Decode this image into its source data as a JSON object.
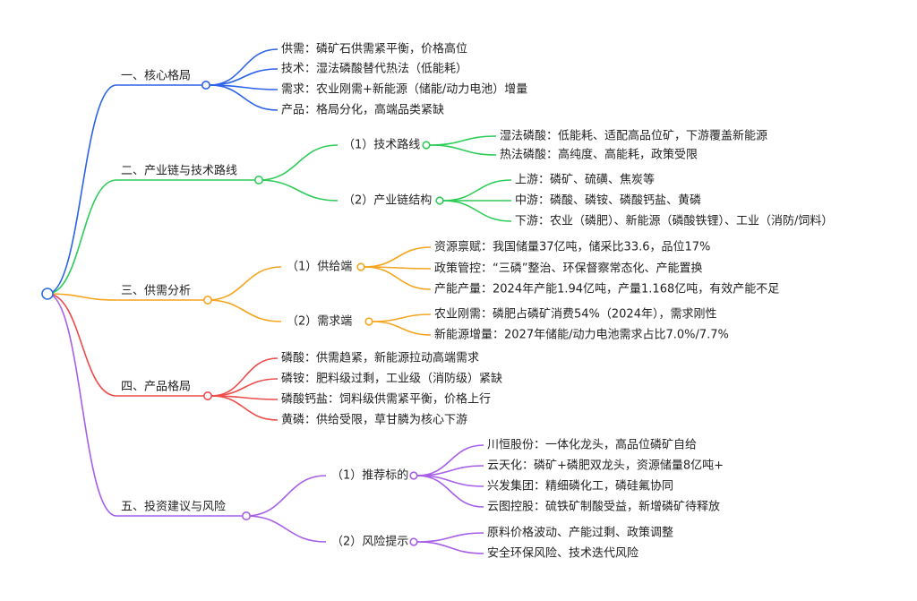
{
  "colors": {
    "root": "#2f6fdf",
    "b1": "#2b62e8",
    "b2": "#2ecc58",
    "b3": "#f5a41e",
    "b4": "#ee4b4b",
    "b5": "#a75ee8"
  },
  "branches": [
    {
      "label": "一、核心格局",
      "color": "b1",
      "groups": [
        {
          "label": null,
          "items": [
            "供需：磷矿石供需紧平衡，价格高位",
            "技术：湿法磷酸替代热法（低能耗）",
            "需求：农业刚需+新能源（储能/动力电池）增量",
            "产品：格局分化，高端品类紧缺"
          ]
        }
      ]
    },
    {
      "label": "二、产业链与技术路线",
      "color": "b2",
      "groups": [
        {
          "label": "（1）技术路线",
          "items": [
            "湿法磷酸：低能耗、适配高品位矿，下游覆盖新能源",
            "热法磷酸：高纯度、高能耗，政策受限"
          ]
        },
        {
          "label": "（2）产业链结构",
          "items": [
            "上游：磷矿、硫磺、焦炭等",
            "中游：磷酸、磷铵、磷酸钙盐、黄磷",
            "下游：农业（磷肥）、新能源（磷酸铁锂）、工业（消防/饲料）"
          ]
        }
      ]
    },
    {
      "label": "三、供需分析",
      "color": "b3",
      "groups": [
        {
          "label": "（1）供给端",
          "items": [
            "资源禀赋：我国储量37亿吨，储采比33.6，品位17%",
            "政策管控：“三磷”整治、环保督察常态化、产能置换",
            "产能产量：2024年产能1.94亿吨，产量1.168亿吨，有效产能不足"
          ]
        },
        {
          "label": "（2）需求端",
          "items": [
            "农业刚需：磷肥占磷矿消费54%（2024年），需求刚性",
            "新能源增量：2027年储能/动力电池需求占比7.0%/7.7%"
          ]
        }
      ]
    },
    {
      "label": "四、产品格局",
      "color": "b4",
      "groups": [
        {
          "label": null,
          "items": [
            "磷酸：供需趋紧，新能源拉动高端需求",
            "磷铵：肥料级过剩，工业级（消防级）紧缺",
            "磷酸钙盐：饲料级供需紧平衡，价格上行",
            "黄磷：供给受限，草甘膦为核心下游"
          ]
        }
      ]
    },
    {
      "label": "五、投资建议与风险",
      "color": "b5",
      "groups": [
        {
          "label": "（1）推荐标的",
          "items": [
            "川恒股份：一体化龙头，高品位磷矿自给",
            "云天化：磷矿+磷肥双龙头，资源储量8亿吨+",
            "兴发集团：精细磷化工，磷硅氟协同",
            "云图控股：硫铁矿制酸受益，新增磷矿待释放"
          ]
        },
        {
          "label": "（2）风险提示",
          "items": [
            "原料价格波动、产能过剩、政策调整",
            "安全环保风险、技术迭代风险"
          ]
        }
      ]
    }
  ]
}
